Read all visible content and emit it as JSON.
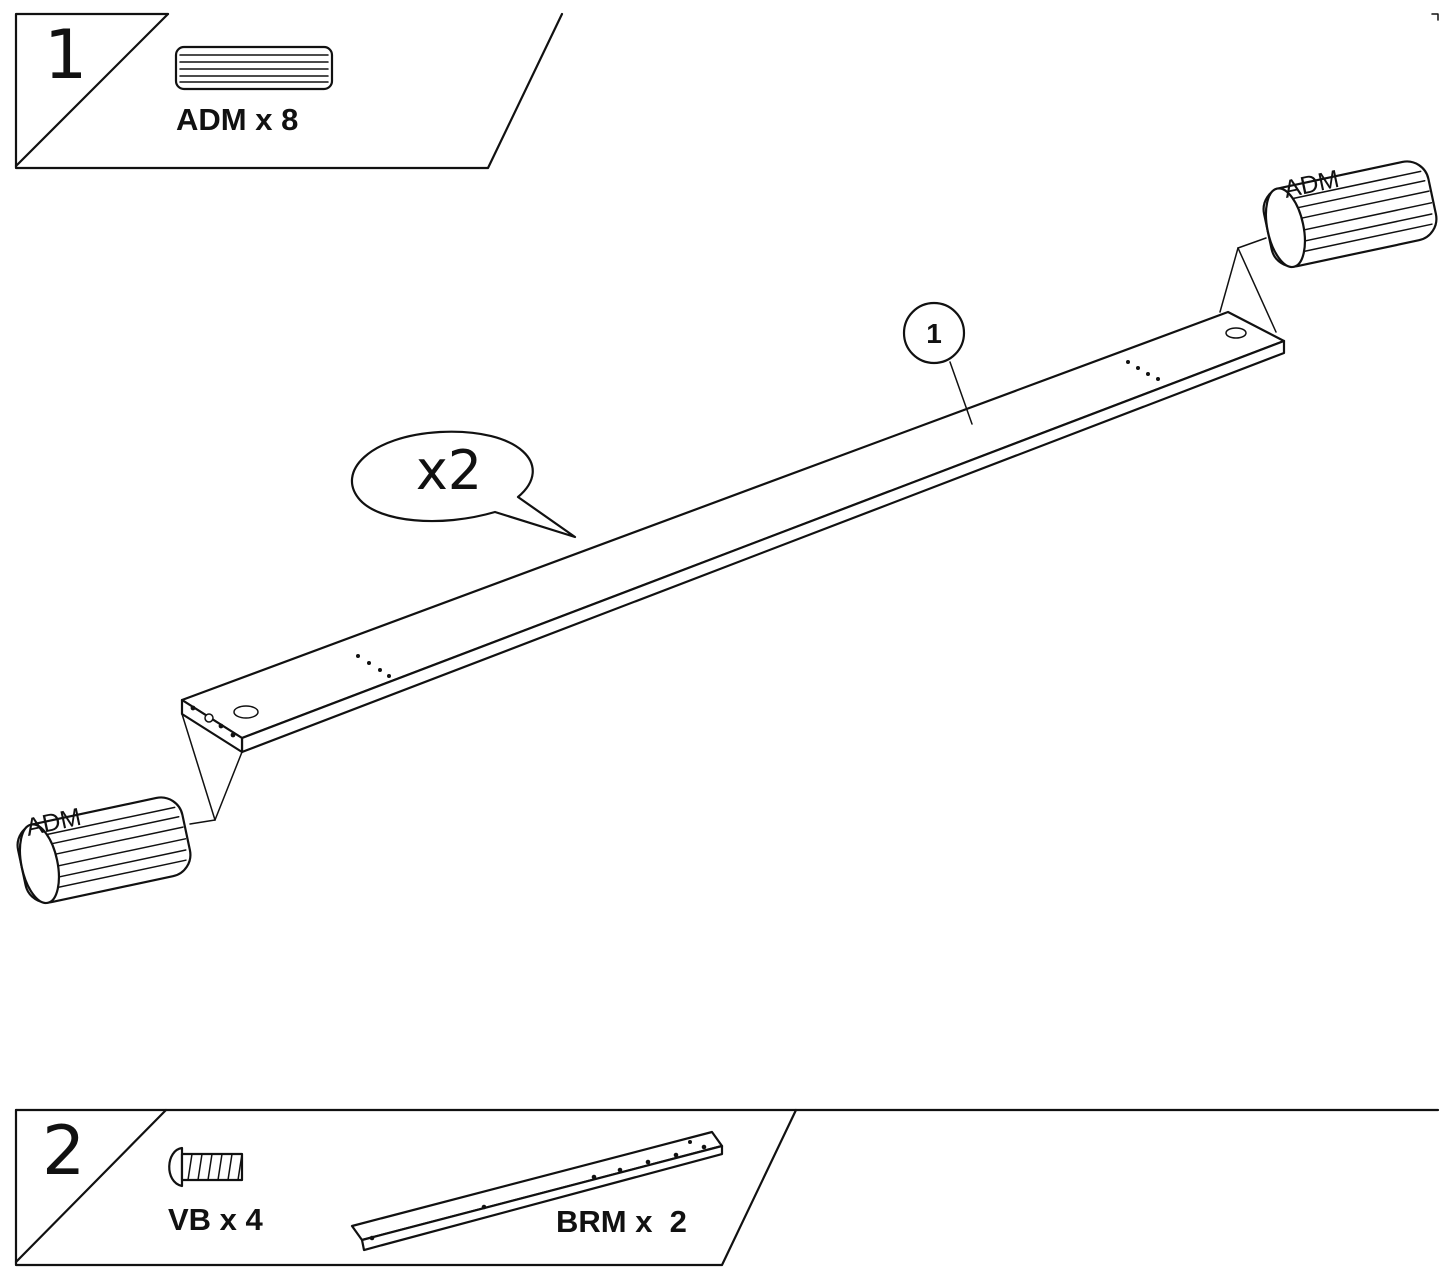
{
  "step1": {
    "number": "1",
    "parts": [
      {
        "code": "ADM",
        "label": "ADM x 8",
        "icon": "dowel-icon"
      }
    ]
  },
  "main_assembly": {
    "part_number": "1",
    "quantity": "x2",
    "dowel_left_label": "ADM",
    "dowel_right_label": "ADM"
  },
  "step2": {
    "number": "2",
    "parts": [
      {
        "code": "VB",
        "label": "VB x 4",
        "icon": "screw-icon"
      },
      {
        "code": "BRM",
        "label": "BRM x  2",
        "icon": "bracket-icon"
      }
    ]
  }
}
